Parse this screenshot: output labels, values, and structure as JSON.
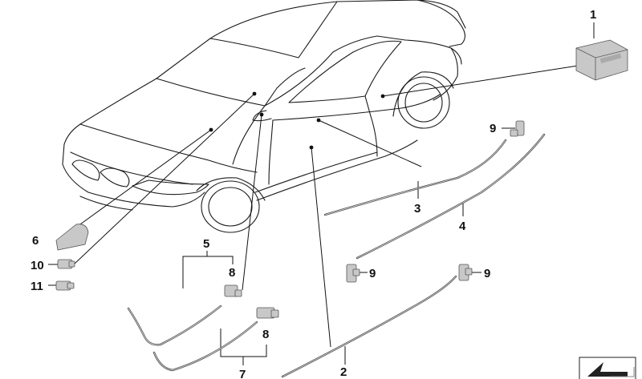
{
  "diagram": {
    "callouts": [
      {
        "id": "c1",
        "label": "1"
      },
      {
        "id": "c2",
        "label": "2"
      },
      {
        "id": "c3",
        "label": "3"
      },
      {
        "id": "c4",
        "label": "4"
      },
      {
        "id": "c5",
        "label": "5"
      },
      {
        "id": "c6",
        "label": "6"
      },
      {
        "id": "c7",
        "label": "7"
      },
      {
        "id": "c8a",
        "label": "8"
      },
      {
        "id": "c8b",
        "label": "8"
      },
      {
        "id": "c9a",
        "label": "9"
      },
      {
        "id": "c9b",
        "label": "9"
      },
      {
        "id": "c9c",
        "label": "9"
      },
      {
        "id": "c10",
        "label": "10"
      },
      {
        "id": "c11",
        "label": "11"
      }
    ],
    "colors": {
      "line": "#111111",
      "part_fill": "#c8c8c8",
      "cable": "#4a4a4a"
    }
  }
}
